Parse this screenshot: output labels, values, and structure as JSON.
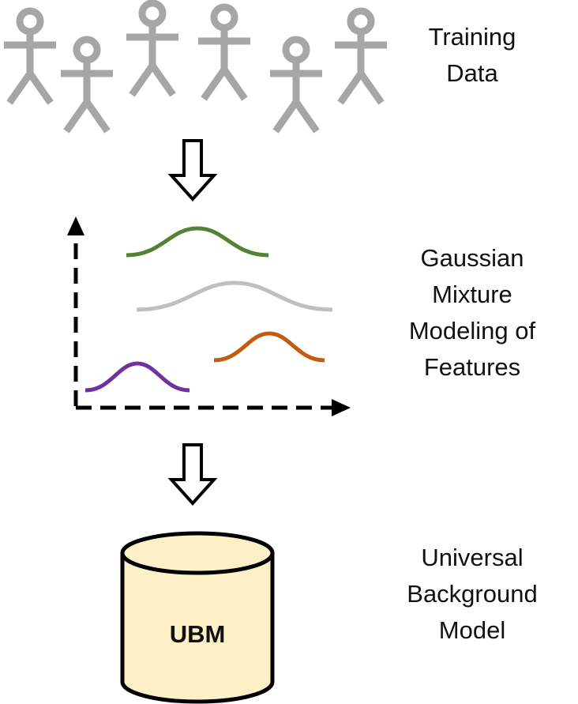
{
  "stages": {
    "training": {
      "lines": [
        "Training",
        "Data"
      ]
    },
    "gmm": {
      "lines": [
        "Gaussian",
        "Mixture",
        "Modeling of",
        "Features"
      ]
    },
    "ubm": {
      "lines": [
        "Universal",
        "Background",
        "Model"
      ]
    }
  },
  "database": {
    "label": "UBM",
    "fill": "#fdf0c6"
  },
  "colors": {
    "person": "#a6a6a6",
    "gaussian_green": "#548235",
    "gaussian_gray": "#bfbfbf",
    "gaussian_orange": "#c55a11",
    "gaussian_purple": "#7030a0",
    "stroke": "#000000"
  },
  "icons": [
    "stick-figure-icon",
    "down-arrow-icon",
    "database-icon"
  ]
}
